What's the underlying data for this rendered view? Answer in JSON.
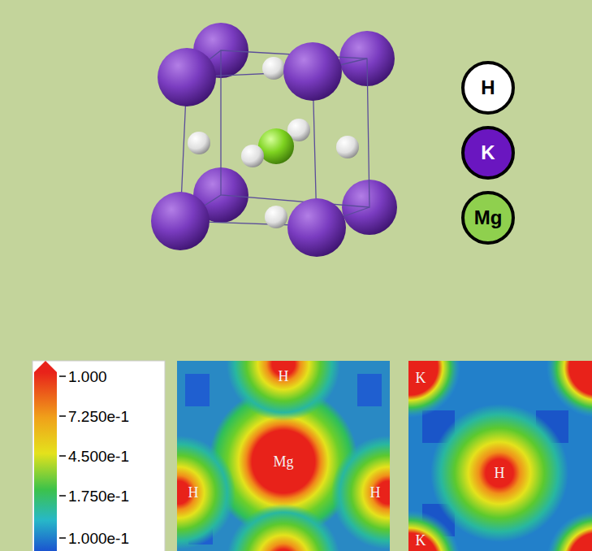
{
  "diagram": {
    "nodes": [
      {
        "text": [
          "H"
        ]
      },
      {
        "text": [
          "K"
        ]
      },
      {
        "text": [
          "Mg"
        ]
      }
    ],
    "labels": [
      "1.000",
      "7.250e-1",
      "4.500e-1",
      "1.750e-1",
      "1.000e-1",
      "H",
      "H",
      "Mg",
      "H",
      "K",
      "H",
      "K"
    ]
  }
}
